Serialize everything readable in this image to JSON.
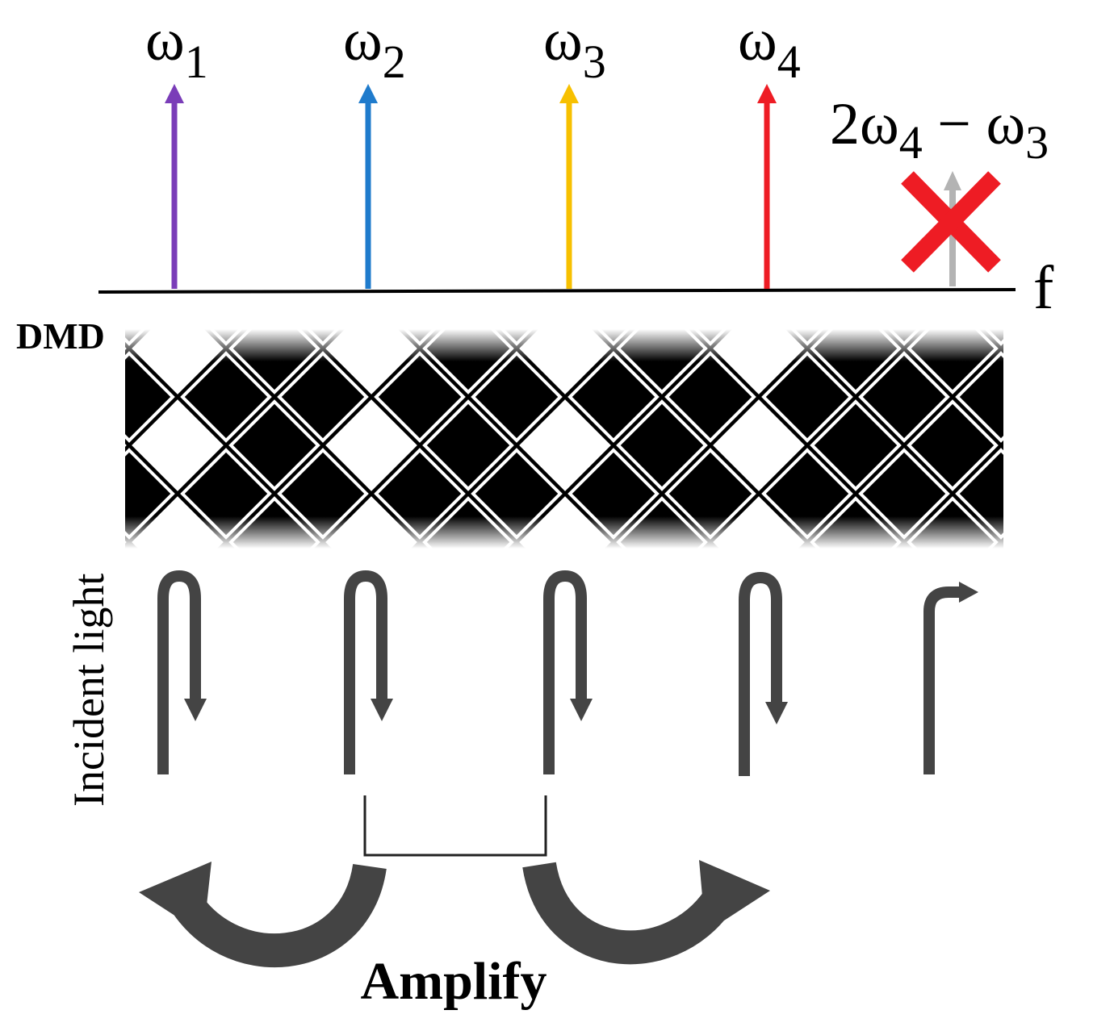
{
  "spectrum": {
    "lines": [
      {
        "id": "w1",
        "base": "ω",
        "sub": "1",
        "color": "#7a3db8"
      },
      {
        "id": "w2",
        "base": "ω",
        "sub": "2",
        "color": "#1f7bcc"
      },
      {
        "id": "w3",
        "base": "ω",
        "sub": "3",
        "color": "#f7c000"
      },
      {
        "id": "w4",
        "base": "ω",
        "sub": "4",
        "color": "#ee1c24"
      }
    ],
    "idler": {
      "label_parts": [
        "2ω",
        "4",
        " − ω",
        "3"
      ],
      "color": "#b3b3b3",
      "blocked_mark_color": "#ee1c24"
    },
    "axis_label": "f"
  },
  "dmd": {
    "label": "DMD",
    "states": [
      1,
      0,
      1,
      0,
      1,
      0,
      1,
      0,
      0
    ]
  },
  "incident_light_label": "Incident light",
  "amplify_label": "Amplify",
  "colors": {
    "ink": "#000000",
    "arrow": "#444444",
    "mirror": "#000000"
  }
}
